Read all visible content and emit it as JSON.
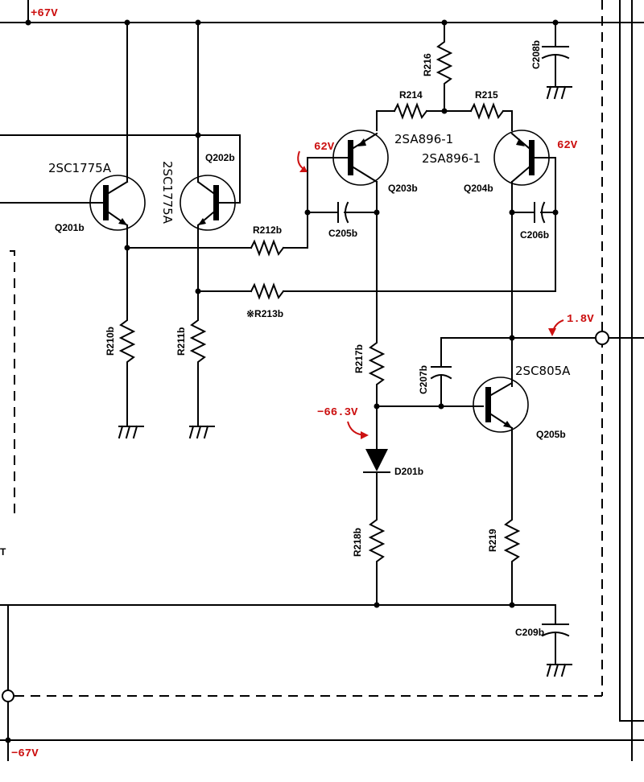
{
  "rails": {
    "pos": "+67V",
    "neg": "−67V"
  },
  "transistors": {
    "q201": {
      "type": "2SC1775A",
      "ref": "Q201b"
    },
    "q202": {
      "type": "2SC1775A",
      "ref": "Q202b"
    },
    "q203": {
      "type": "2SA896-1",
      "ref": "Q203b"
    },
    "q204": {
      "type": "2SA896-1",
      "ref": "Q204b"
    },
    "q205": {
      "type": "2SC805A",
      "ref": "Q205b"
    }
  },
  "resistors": {
    "r210": "R210b",
    "r211": "R211b",
    "r212": "R212b",
    "r213": "※R213b",
    "r214": "R214",
    "r215": "R215",
    "r216": "R216",
    "r217": "R217b",
    "r218": "R218b",
    "r219": "R219"
  },
  "capacitors": {
    "c205": "C205b",
    "c206": "C206b",
    "c207": "C207b",
    "c208": "C208b",
    "c209": "C209b"
  },
  "diodes": {
    "d201": "D201b"
  },
  "voltages": {
    "q203_base": "62V",
    "q204_base": "62V",
    "output": "1.8V",
    "d201": "−66.3V"
  },
  "misc": {
    "edge_mark": "T"
  }
}
